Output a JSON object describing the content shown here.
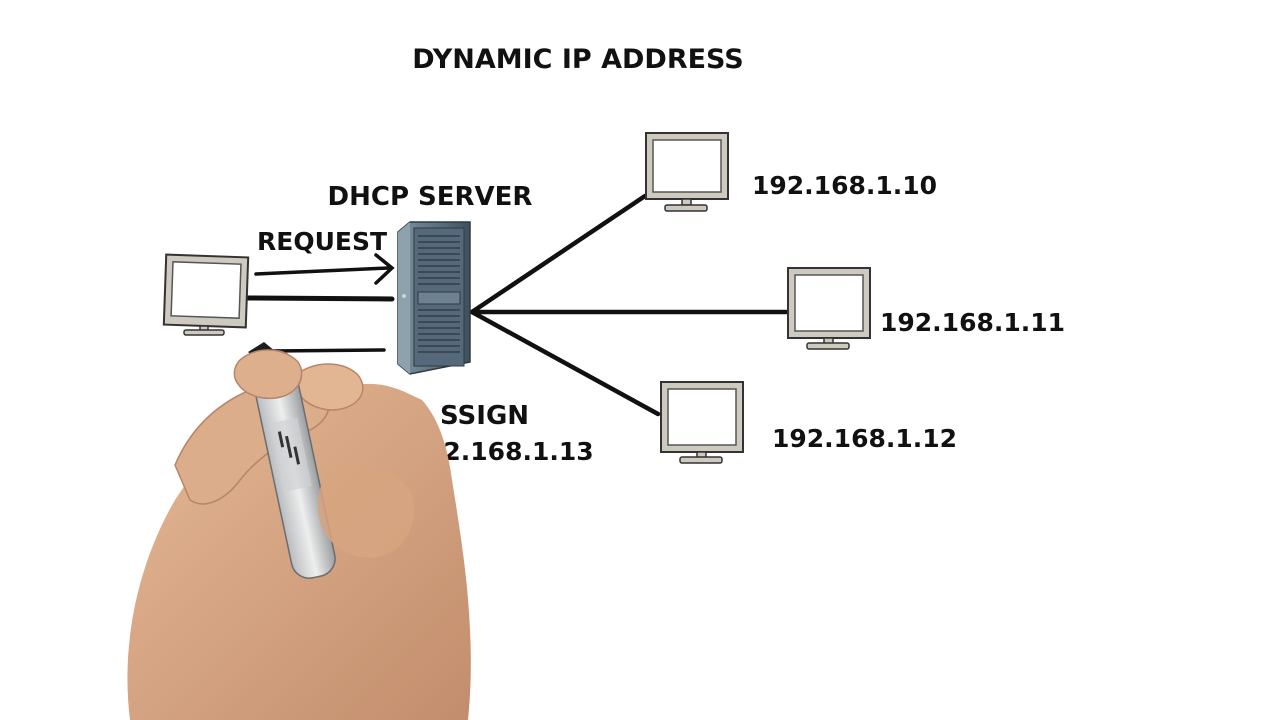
{
  "title": "DYNAMIC IP ADDRESS",
  "server": {
    "label": "DHCP SERVER",
    "icon": "server-tower-icon"
  },
  "client": {
    "icon": "computer-monitor-icon",
    "request_label": "REQUEST",
    "assign_label": "SSIGN",
    "assigned_ip": "92.168.1.13"
  },
  "hosts": [
    {
      "ip": "192.168.1.10",
      "icon": "computer-monitor-icon"
    },
    {
      "ip": "192.168.1.11",
      "icon": "computer-monitor-icon"
    },
    {
      "ip": "192.168.1.12",
      "icon": "computer-monitor-icon"
    }
  ],
  "decor": {
    "hand_icon": "hand-holding-marker-icon"
  },
  "colors": {
    "ink": "#111111",
    "monitor_bezel": "#cfcac0",
    "monitor_screen": "#ffffff",
    "server_body": "#5e7382",
    "skin": "#d8a884"
  }
}
